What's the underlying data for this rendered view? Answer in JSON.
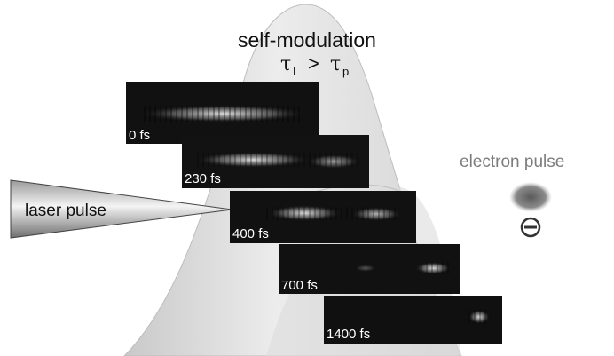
{
  "title": "self-modulation",
  "condition": {
    "lhs_symbol": "τ",
    "lhs_sub": "L",
    "operator": ">",
    "rhs_symbol": "τ",
    "rhs_sub": "p"
  },
  "laser_label": "laser pulse",
  "electron_label": "electron pulse",
  "electron_charge_symbol": "−",
  "frames": [
    {
      "time": "0 fs"
    },
    {
      "time": "230 fs"
    },
    {
      "time": "400 fs"
    },
    {
      "time": "700 fs"
    },
    {
      "time": "1400 fs"
    }
  ]
}
